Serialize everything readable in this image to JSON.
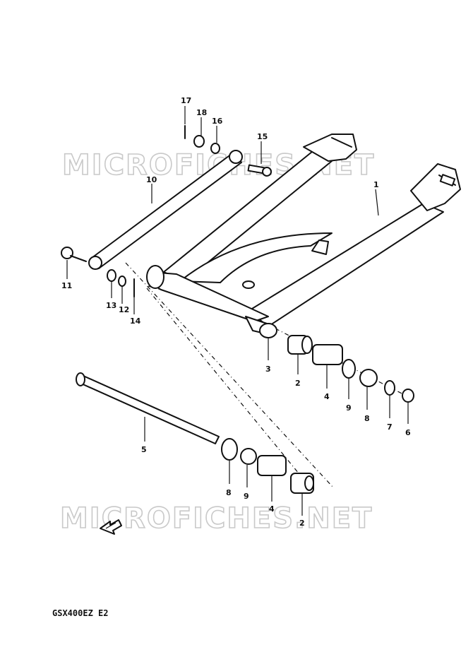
{
  "watermark": {
    "text": "MICROFICHES.NET"
  },
  "model_code": "GSX400EZ E2",
  "parts": {
    "p1": "1",
    "p2a": "2",
    "p2b": "2",
    "p3": "3",
    "p4a": "4",
    "p4b": "4",
    "p5": "5",
    "p6": "6",
    "p7": "7",
    "p8a": "8",
    "p8b": "8",
    "p9a": "9",
    "p9b": "9",
    "p10": "10",
    "p11": "11",
    "p12": "12",
    "p13": "13",
    "p14": "14",
    "p15": "15",
    "p16": "16",
    "p17": "17",
    "p18": "18"
  },
  "icons": {
    "direction_arrow": "front-direction-arrow-icon"
  }
}
